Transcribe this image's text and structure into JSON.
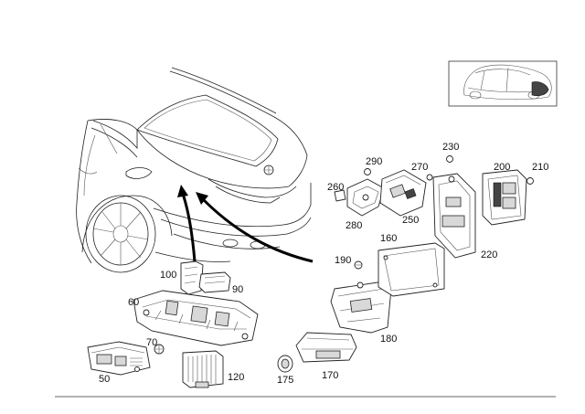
{
  "labels": {
    "p50": "50",
    "p60": "60",
    "p70": "70",
    "p90": "90",
    "p100": "100",
    "p120": "120",
    "p160": "160",
    "p170": "170",
    "p175": "175",
    "p180": "180",
    "p190": "190",
    "p200": "200",
    "p210": "210",
    "p220": "220",
    "p230": "230",
    "p250": "250",
    "p260": "260",
    "p270": "270",
    "p280": "280",
    "p290": "290"
  }
}
